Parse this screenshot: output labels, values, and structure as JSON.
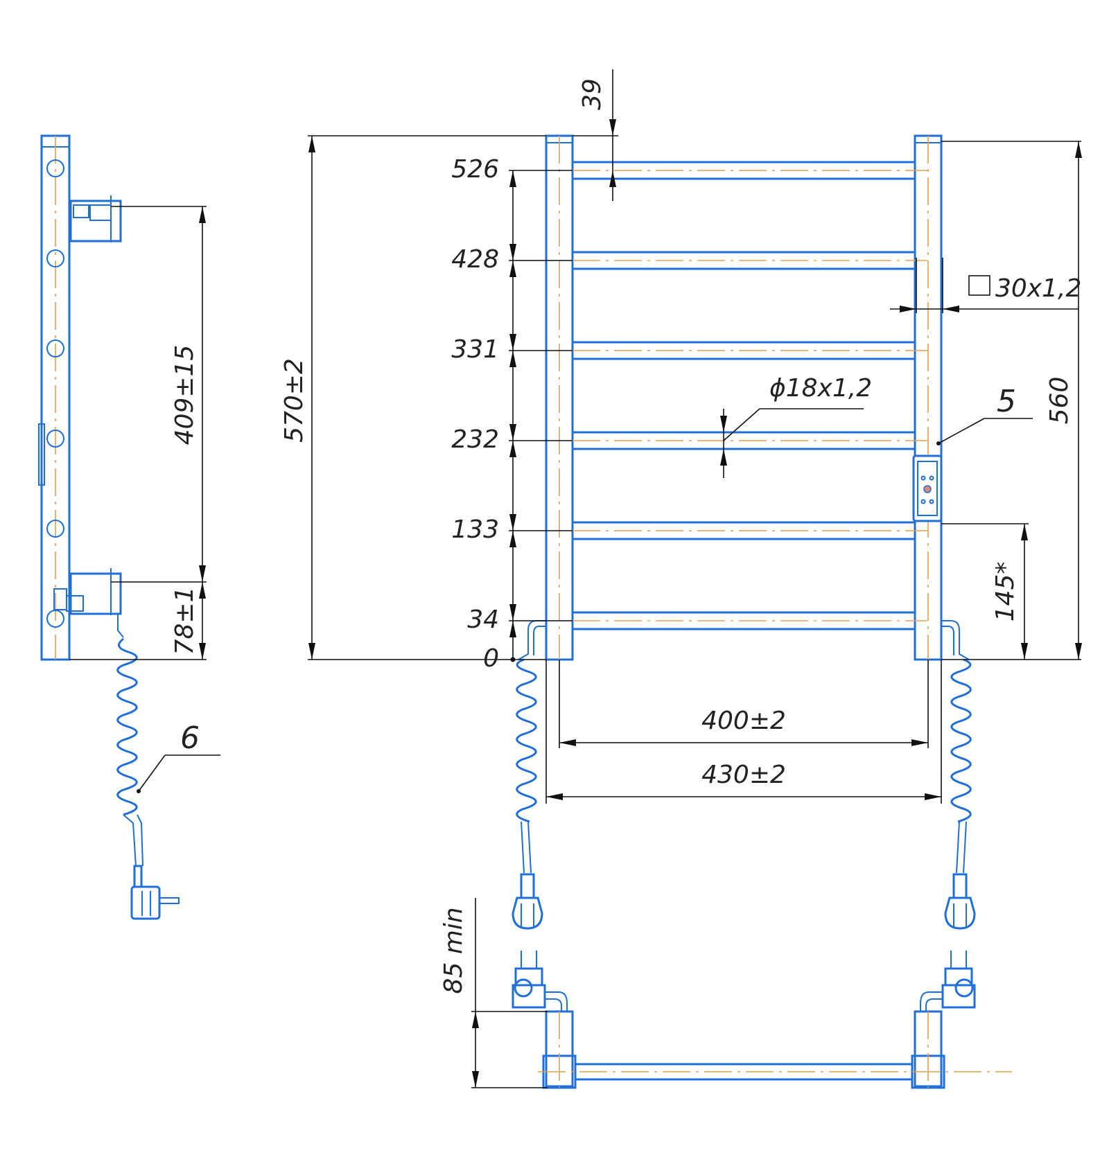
{
  "labels": {
    "top_gap": "39",
    "bar_526": "526",
    "bar_428": "428",
    "bar_331": "331",
    "bar_232": "232",
    "bar_133": "133",
    "bar_34": "34",
    "bar_0": "0",
    "height_total": "570±2",
    "height_right": "560",
    "tube_square": "30x1,2",
    "tube_round": "ϕ18x1,2",
    "callout_5": "5",
    "callout_6": "6",
    "heater_offset": "145*",
    "width_inner": "400±2",
    "width_outer": "430±2",
    "mount_spacing": "409±15",
    "mount_bottom": "78±1",
    "floor_clearance": "85 min"
  },
  "colors": {
    "outline": "#1f6fd6",
    "centerline": "#e0a050",
    "dimension": "#111111"
  }
}
